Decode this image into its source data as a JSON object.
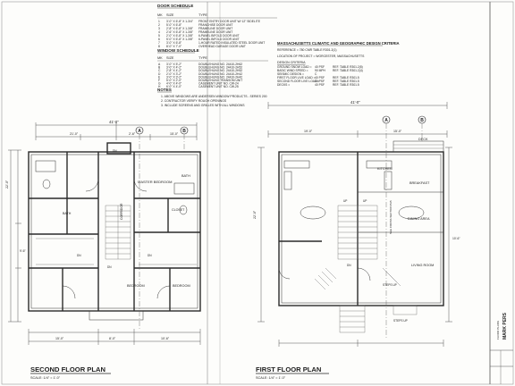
{
  "door_schedule": {
    "title": "DOOR SCHEDULE",
    "headers": [
      "MK",
      "SIZE",
      "TYPE"
    ],
    "rows": [
      [
        "1",
        "3'-0\" X 6'-8\" X 1-3/4\"",
        "FRONT ENTRY DOOR UNIT W/ 12\" SIDELITE"
      ],
      [
        "2",
        "5'-0\" X 6'-8\"",
        "FRANCHISE DOOR UNIT"
      ],
      [
        "3",
        "2'-8\" X 6'-8\" X 1-3/8\"",
        "FRAMELINE DOOR UNIT"
      ],
      [
        "4",
        "2'-6\" X 6'-8\" X 1-3/8\"",
        "FRAMELINE DOOR UNIT"
      ],
      [
        "5",
        "2'-0\" X 6'-8\" X 1-3/8\"",
        "6-PANEL BIFOLD DOOR UNIT"
      ],
      [
        "6",
        "5'-0\" X 6'-8\" X 1-3/8\"",
        "6-PANEL BIFOLD DOOR UNIT"
      ],
      [
        "7",
        "3'-0\" X 6'-8\"",
        "1-HOUR RATED INSULATED STEEL DOOR UNIT"
      ],
      [
        "8",
        "8'-0\" X 7'-0\"",
        "OVERHEAD GARAGE DOOR UNIT"
      ]
    ]
  },
  "window_schedule": {
    "title": "WINDOW SCHEDULE",
    "headers": [
      "MK",
      "SIZE",
      "TYPE"
    ],
    "rows": [
      [
        "A",
        "3'-0\" X 5'-2\"",
        "DOUBLEHUNG NO. 24410-2H62"
      ],
      [
        "B",
        "3'-0\" X 4'-2\"",
        "DOUBLEHUNG NO. 24410-2H52"
      ],
      [
        "C",
        "2'-8\" X 4'-2\"",
        "DOUBLEHUNG NO. 24410-2H52"
      ],
      [
        "D",
        "2'-0\" X 3'-2\"",
        "DOUBLEHUNG NO. 24410-2H42"
      ],
      [
        "E",
        "3'-0\" X 3'-2\"",
        "DOUBLEHUNG NO. 24410-2H42"
      ],
      [
        "F",
        "5'-0\" X 2'-0\"",
        "DOUBLEHUNG TRANSOM UNIT"
      ],
      [
        "G",
        "4'-0\" X 4'-0\"",
        "CASEMENT UNIT NO. CW-24"
      ],
      [
        "H",
        "6'-0\" X 4'-0\"",
        "CASEMENT UNIT NO. CW-25"
      ]
    ]
  },
  "notes": {
    "title": "NOTES",
    "items": [
      "1. ABOVE WINDOWS ARE ANDERSEN WINDOW PRODUCTS - SERIES 200",
      "2. CONTRACTOR VERIFY ROUGH OPENINGS",
      "3. INCLUDE SCREENS AND GRILLES WITH ALL WINDOWS"
    ]
  },
  "criteria": {
    "title": "MASSACHUSETTS CLIMATIC AND GEOGRAPHIC DESIGN CRITERIA",
    "reference": "REFERENCE = 780 CMR TABLE R301.2(1)",
    "location": "LOCATION OF PROJECT = WORCESTER, MASSACHUSETTS",
    "subtitle": "DESIGN CRITERIA",
    "rows": [
      [
        "GROUND SNOW LOAD =",
        "40 PSF",
        "REF. TABLE R301.2(5)"
      ],
      [
        "BASIC WIND SPEED =",
        "90 MPH",
        "REF. TABLE R301.2(4)"
      ],
      [
        "SEISMIC DESIGN =",
        "C",
        ""
      ],
      [
        "FIRST FLOOR LIVE LOAD =",
        "40 PSF",
        "REF. TABLE R301.5"
      ],
      [
        "SECOND FLOOR LIVE LOAD =",
        "30 PSF",
        "REF. TABLE R301.5"
      ],
      [
        "DECKS =",
        "40 PSF",
        "REF. TABLE R301.5"
      ]
    ]
  },
  "second_floor": {
    "title": "SECOND FLOOR PLAN",
    "scale": "SCALE: 1/4\" = 1'-0\"",
    "rooms": [
      "MASTER BEDROOM",
      "BATH",
      "CLOSET",
      "CORRIDOR",
      "BEDROOM",
      "BEDROOM",
      "DN",
      "DN",
      "DN",
      "DN",
      "BATH"
    ],
    "dims": [
      "41'-0\"",
      "21'-0\"",
      "2'-6\"",
      "15'-0\"",
      "15'-0\"",
      "22'-0\"",
      "9'-6\"",
      "8'-0\"",
      "10'-6\""
    ],
    "section_a": "A",
    "section_b": "B"
  },
  "first_floor": {
    "title": "FIRST FLOOR PLAN",
    "scale": "SCALE: 1/4\" = 1'-0\"",
    "rooms": [
      "DECK",
      "KITCHEN",
      "BREAKFAST",
      "DINING AREA",
      "LIVING ROOM",
      "UP",
      "UP",
      "DN",
      "STEPS UP",
      "STEPS UP"
    ],
    "dims": [
      "41'-0\"",
      "19'-0\"",
      "22'-0\"",
      "15'-0\"",
      "10'-6\""
    ],
    "section_a": "A",
    "section_b": "B",
    "section_label": "SEE CROSS SECTION B-B"
  },
  "title_block": {
    "drawn_by": "MARK PERS",
    "description": "FLOOR PLANS"
  }
}
